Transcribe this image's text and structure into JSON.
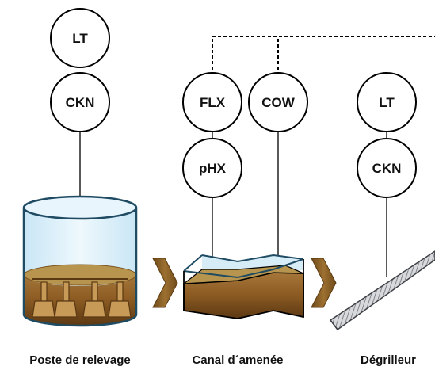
{
  "colors": {
    "sludge": "#8a5a22",
    "sludge_dark": "#6b4216",
    "sludge_top": "#b8954e",
    "water": "#d9eef8",
    "water_edge": "#1f4b63",
    "arrow": "#8b6228",
    "grate": "#b9bcc0",
    "line": "#000000"
  },
  "stations": [
    {
      "id": "poste",
      "caption": "Poste de relevage",
      "instruments": [
        {
          "id": "lt-1",
          "label": "LT"
        },
        {
          "id": "ckn-1",
          "label": "CKN"
        }
      ]
    },
    {
      "id": "canal",
      "caption": "Canal d´amenée",
      "instruments": [
        {
          "id": "flx",
          "label": "FLX"
        },
        {
          "id": "phx",
          "label": "pHX"
        },
        {
          "id": "cow",
          "label": "COW"
        }
      ]
    },
    {
      "id": "degrilleur",
      "caption": "Dégrilleur",
      "instruments": [
        {
          "id": "lt-2",
          "label": "LT"
        },
        {
          "id": "ckn-2",
          "label": "CKN"
        }
      ]
    }
  ]
}
